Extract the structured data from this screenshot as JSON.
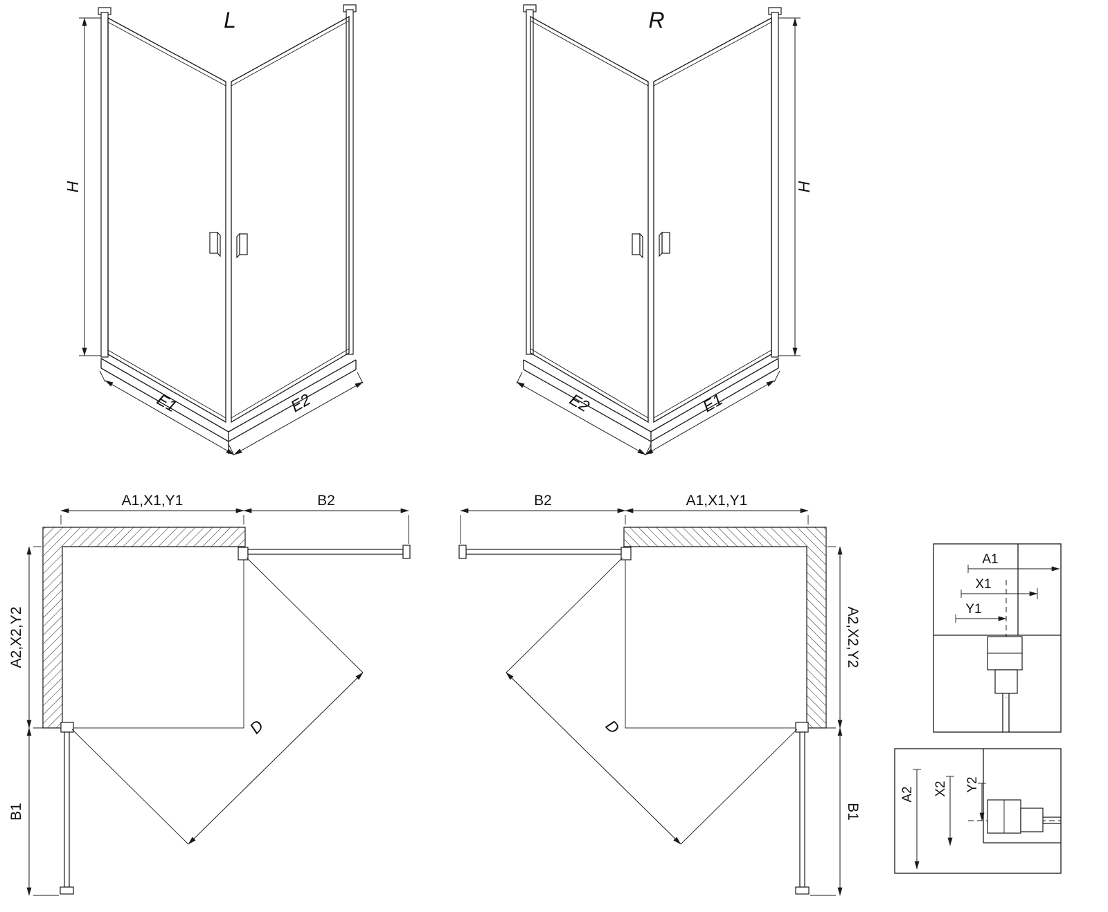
{
  "views": {
    "perspective_left": {
      "title": "L",
      "dims": {
        "height": "H",
        "left_width": "E1",
        "right_width": "E2"
      }
    },
    "perspective_right": {
      "title": "R",
      "dims": {
        "height": "H",
        "left_width": "E2",
        "right_width": "E1"
      }
    },
    "plan_left": {
      "dims": {
        "wall_width": "A1,X1,Y1",
        "door_open_width": "B2",
        "wall_depth": "A2,X2,Y2",
        "door_open_depth": "B1",
        "diagonal": "D"
      }
    },
    "plan_right": {
      "dims": {
        "door_open_width": "B2",
        "wall_width": "A1,X1,Y1",
        "wall_depth": "A2,X2,Y2",
        "door_open_depth": "B1",
        "diagonal": "D"
      }
    },
    "detail_profile_horizontal": {
      "dims": {
        "a": "A1",
        "x": "X1",
        "y": "Y1"
      }
    },
    "detail_profile_vertical": {
      "dims": {
        "a": "A2",
        "x": "X2",
        "y": "Y2"
      }
    }
  },
  "colors": {
    "line": "#1a1a1a",
    "background": "#ffffff"
  }
}
